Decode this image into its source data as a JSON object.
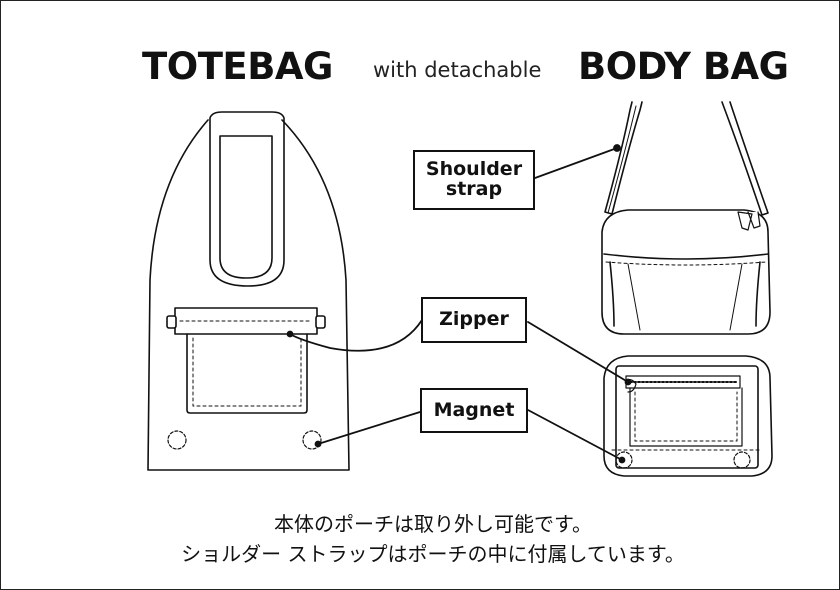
{
  "title": {
    "part1": "TOTEBAG",
    "part2": "with detachable",
    "part3": "BODY BAG"
  },
  "callouts": {
    "shoulder_strap": "Shoulder\nstrap",
    "zipper": "Zipper",
    "magnet": "Magnet"
  },
  "notes": {
    "line1": "本体のポーチは取り外し可能です。",
    "line2": "ショルダー ストラップはポーチの中に付属しています。"
  }
}
